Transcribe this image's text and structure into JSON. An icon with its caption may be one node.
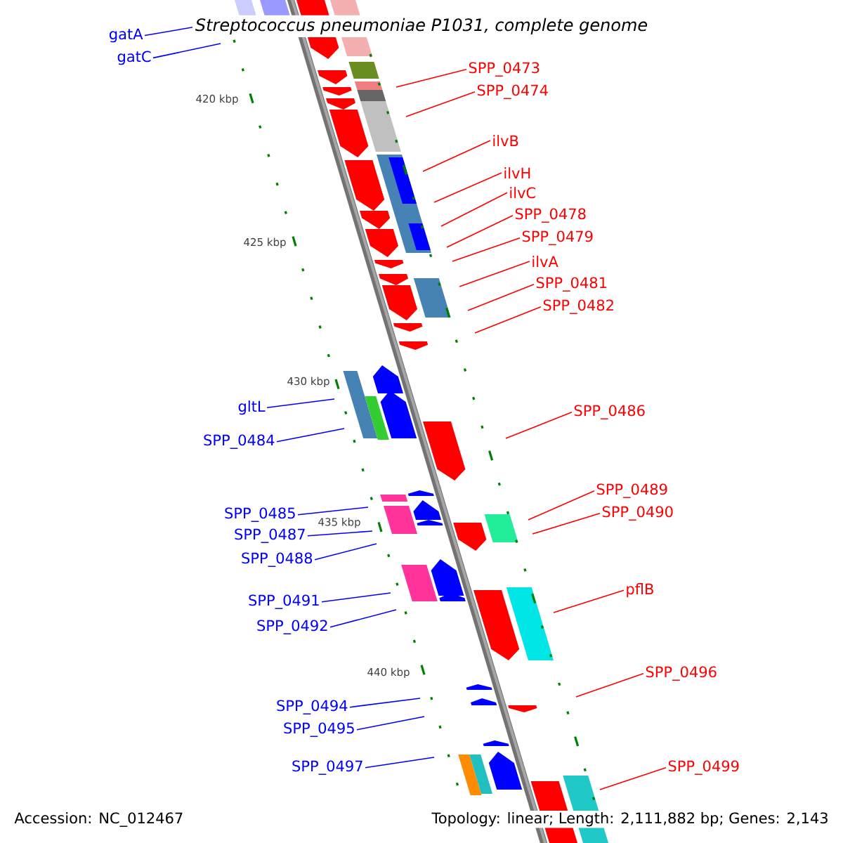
{
  "diagram": {
    "title": "*Streptococcus pneumoniae* P1031, complete genome",
    "nodes": [
      {
        "text": [
          "gatA"
        ]
      },
      {
        "text": [
          "gatC"
        ]
      },
      {
        "text": [
          "SPP_0473"
        ]
      },
      {
        "text": [
          "SPP_0474"
        ]
      },
      {
        "text": [
          "ilvB"
        ]
      },
      {
        "text": [
          "ilvH"
        ]
      },
      {
        "text": [
          "ilvC"
        ]
      },
      {
        "text": [
          "SPP_0478"
        ]
      },
      {
        "text": [
          "SPP_0479"
        ]
      },
      {
        "text": [
          "ilvA"
        ]
      },
      {
        "text": [
          "SPP_0481"
        ]
      },
      {
        "text": [
          "SPP_0482"
        ]
      },
      {
        "text": [
          "gltL"
        ]
      },
      {
        "text": [
          "SPP_0486"
        ]
      },
      {
        "text": [
          "SPP_0484"
        ]
      },
      {
        "text": [
          "SPP_0489"
        ]
      },
      {
        "text": [
          "SPP_0490"
        ]
      },
      {
        "text": [
          "SPP_0485"
        ]
      },
      {
        "text": [
          "SPP_0487"
        ]
      },
      {
        "text": [
          "SPP_0488"
        ]
      },
      {
        "text": [
          "pflB"
        ]
      },
      {
        "text": [
          "SPP_0491"
        ]
      },
      {
        "text": [
          "SPP_0492"
        ]
      },
      {
        "text": [
          "SPP_0496"
        ]
      },
      {
        "text": [
          "SPP_0494"
        ]
      },
      {
        "text": [
          "SPP_0495"
        ]
      },
      {
        "text": [
          "SPP_0497"
        ]
      },
      {
        "text": [
          "SPP_0499"
        ]
      }
    ],
    "edges": [
      {
        "from": 0,
        "to": null,
        "arrow": "none",
        "color": "#0000ff"
      },
      {
        "from": 1,
        "to": null,
        "arrow": "none",
        "color": "#0000ff"
      },
      {
        "from": 2,
        "to": null,
        "arrow": "none"
      },
      {
        "from": 3,
        "to": null,
        "arrow": "none"
      },
      {
        "from": 4,
        "to": null,
        "arrow": "none"
      },
      {
        "from": 5,
        "to": null,
        "arrow": "none"
      },
      {
        "from": 6,
        "to": null,
        "arrow": "none"
      },
      {
        "from": 7,
        "to": null,
        "arrow": "none"
      },
      {
        "from": 8,
        "to": null,
        "arrow": "none"
      },
      {
        "from": 9,
        "to": null,
        "arrow": "none"
      },
      {
        "from": 10,
        "to": null,
        "arrow": "none"
      },
      {
        "from": 11,
        "to": null,
        "arrow": "none"
      },
      {
        "from": 12,
        "to": null,
        "arrow": "none",
        "color": "#0000ff"
      },
      {
        "from": 13,
        "to": null,
        "arrow": "none"
      },
      {
        "from": 14,
        "to": null,
        "arrow": "none",
        "color": "#0000ff"
      },
      {
        "from": 15,
        "to": null,
        "arrow": "none"
      },
      {
        "from": 16,
        "to": null,
        "arrow": "none"
      },
      {
        "from": 17,
        "to": null,
        "arrow": "none",
        "color": "#0000ff"
      },
      {
        "from": 18,
        "to": null,
        "arrow": "none",
        "color": "#0000ff"
      },
      {
        "from": 19,
        "to": null,
        "arrow": "none",
        "color": "#0000ff"
      },
      {
        "from": 20,
        "to": null,
        "arrow": "none"
      },
      {
        "from": 21,
        "to": null,
        "arrow": "none",
        "color": "#0000ff"
      },
      {
        "from": 22,
        "to": null,
        "arrow": "none",
        "color": "#0000ff"
      },
      {
        "from": 23,
        "to": null,
        "arrow": "none"
      },
      {
        "from": 24,
        "to": null,
        "arrow": "none",
        "color": "#0000ff"
      },
      {
        "from": 25,
        "to": null,
        "arrow": "none",
        "color": "#0000ff"
      },
      {
        "from": 26,
        "to": null,
        "arrow": "none",
        "color": "#0000ff"
      },
      {
        "from": 27,
        "to": null,
        "arrow": "none"
      }
    ],
    "labels": [
      "420 kbp",
      "425 kbp",
      "430 kbp",
      "435 kbp",
      "440 kbp",
      "Accession: NC_012467",
      "Topology: linear; Length: 2,111,882 bp; Genes: 2,143"
    ]
  }
}
